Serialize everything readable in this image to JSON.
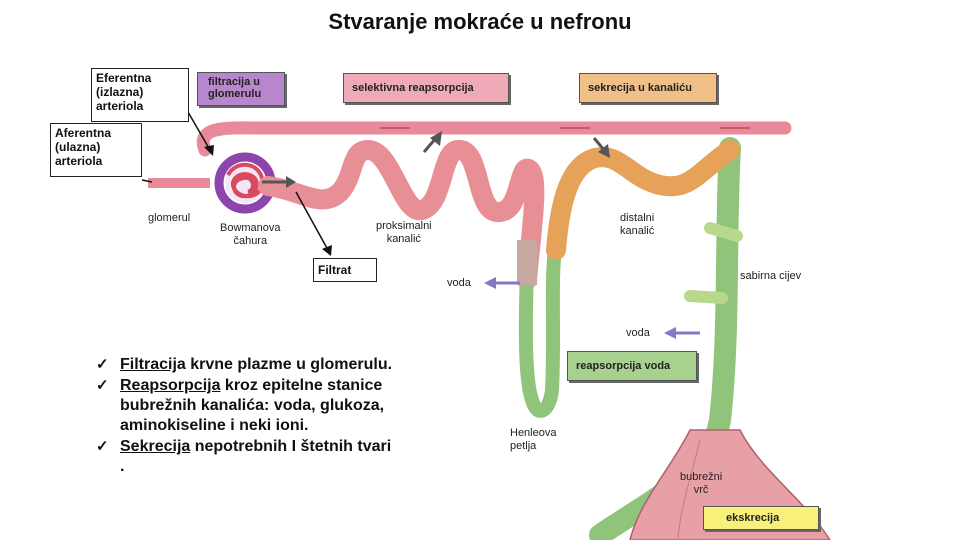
{
  "title": "Stvaranje mokraće u nefronu",
  "callouts": {
    "eferentna": [
      "Eferentna",
      "(izlazna)",
      "arteriola"
    ],
    "aferentna": [
      "Aferentna",
      "(ulazna)",
      "arteriola"
    ],
    "filtrat": "Filtrat"
  },
  "process_tags": {
    "filtracija": "filtracija u glomerulu",
    "selektivna": "selektivna reapsorpcija",
    "sekrecija": "sekrecija u kanaliću",
    "reapsorpcija_voda": "reapsorpcija voda",
    "ekskrecija": "ekskrecija"
  },
  "labels": {
    "glomerul": "glomerul",
    "bowman": [
      "Bowmanova",
      "čahura"
    ],
    "proksimalni": [
      "proksimalni",
      "kanalić"
    ],
    "distalni": [
      "distalni",
      "kanalić"
    ],
    "voda_left": "voda",
    "voda_right": "voda",
    "sabirna": "sabirna cijev",
    "henle": [
      "Henleova",
      "petlja"
    ],
    "vrc": [
      "bubrežni",
      "vrč"
    ]
  },
  "bullets": [
    {
      "term": "Filtracij",
      "rest": "a krvne plazme u glomerulu."
    },
    {
      "term": "Reapsorpcija",
      "rest": " kroz epitelne stanice bubrežnih kanalića: voda, glukoza, aminokiseline i neki ioni."
    },
    {
      "term": "Sekrecija",
      "rest": " nepotrebnih I štetnih tvari ."
    }
  ],
  "colors": {
    "vessel": "#e98a9a",
    "proximal": "#e88f95",
    "distal": "#e7a25a",
    "collecting": "#8fc47a",
    "bowman": "#8e44ad",
    "tag_purple": "#b886cc",
    "tag_pink": "#efaab8",
    "tag_orange": "#f0c088",
    "tag_green": "#a8d08e",
    "tag_yellow": "#f7f07a",
    "arrow_purple": "#8a76c4"
  }
}
